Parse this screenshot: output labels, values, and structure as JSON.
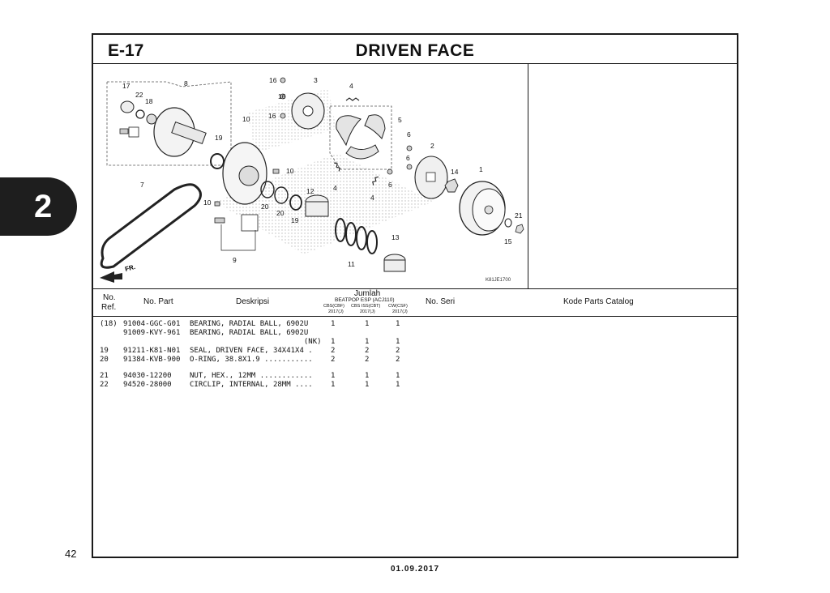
{
  "page": {
    "section_code": "E-17",
    "section_title": "DRIVEN FACE",
    "chapter_tab": "2",
    "page_number": "42",
    "date": "01.09.2017"
  },
  "diagram": {
    "figure_code": "K81JE1700",
    "fr_label": "FR.",
    "callouts": [
      "1",
      "2",
      "3",
      "4",
      "4",
      "4",
      "5",
      "6",
      "6",
      "6",
      "7",
      "8",
      "9",
      "10",
      "10",
      "10",
      "11",
      "12",
      "13",
      "14",
      "15",
      "16",
      "16",
      "16",
      "17",
      "18",
      "19",
      "19",
      "20",
      "20",
      "21",
      "22"
    ]
  },
  "table": {
    "headers": {
      "no_ref_line1": "No.",
      "no_ref_line2": "Ref.",
      "no_part": "No. Part",
      "deskripsi": "Deskripsi",
      "jumlah": "Jumlah",
      "models": "BEATPOP ESP (ACJ110)",
      "variant1": "CBS(CBF)",
      "variant2": "CBS ISS(CBT)",
      "variant3": "CW(CSF)",
      "year1": "2017(J)",
      "year2": "2017(J)",
      "year3": "2017(J)",
      "no_seri": "No. Seri",
      "kode": "Kode Parts Catalog"
    },
    "rows": [
      {
        "ref": "(18)",
        "part": "91004-GGC-G01",
        "desc": "BEARING, RADIAL BALL, 6902U",
        "q1": "1",
        "q2": "1",
        "q3": "1"
      },
      {
        "ref": "",
        "part": "91009-KVY-961",
        "desc": "BEARING, RADIAL BALL, 6902U",
        "q1": "",
        "q2": "",
        "q3": ""
      },
      {
        "ref": "",
        "part": "",
        "desc": "                          (NK)",
        "q1": "1",
        "q2": "1",
        "q3": "1"
      },
      {
        "ref": "19",
        "part": "91211-K81-N01",
        "desc": "SEAL, DRIVEN FACE, 34X41X4 .",
        "q1": "2",
        "q2": "2",
        "q3": "2"
      },
      {
        "ref": "20",
        "part": "91384-KVB-900",
        "desc": "O-RING, 38.8X1.9 ...........",
        "q1": "2",
        "q2": "2",
        "q3": "2"
      },
      {
        "ref": "21",
        "part": "94030-12200",
        "desc": "NUT, HEX., 12MM ............",
        "q1": "1",
        "q2": "1",
        "q3": "1"
      },
      {
        "ref": "22",
        "part": "94520-28000",
        "desc": "CIRCLIP, INTERNAL, 28MM ....",
        "q1": "1",
        "q2": "1",
        "q3": "1"
      }
    ]
  }
}
